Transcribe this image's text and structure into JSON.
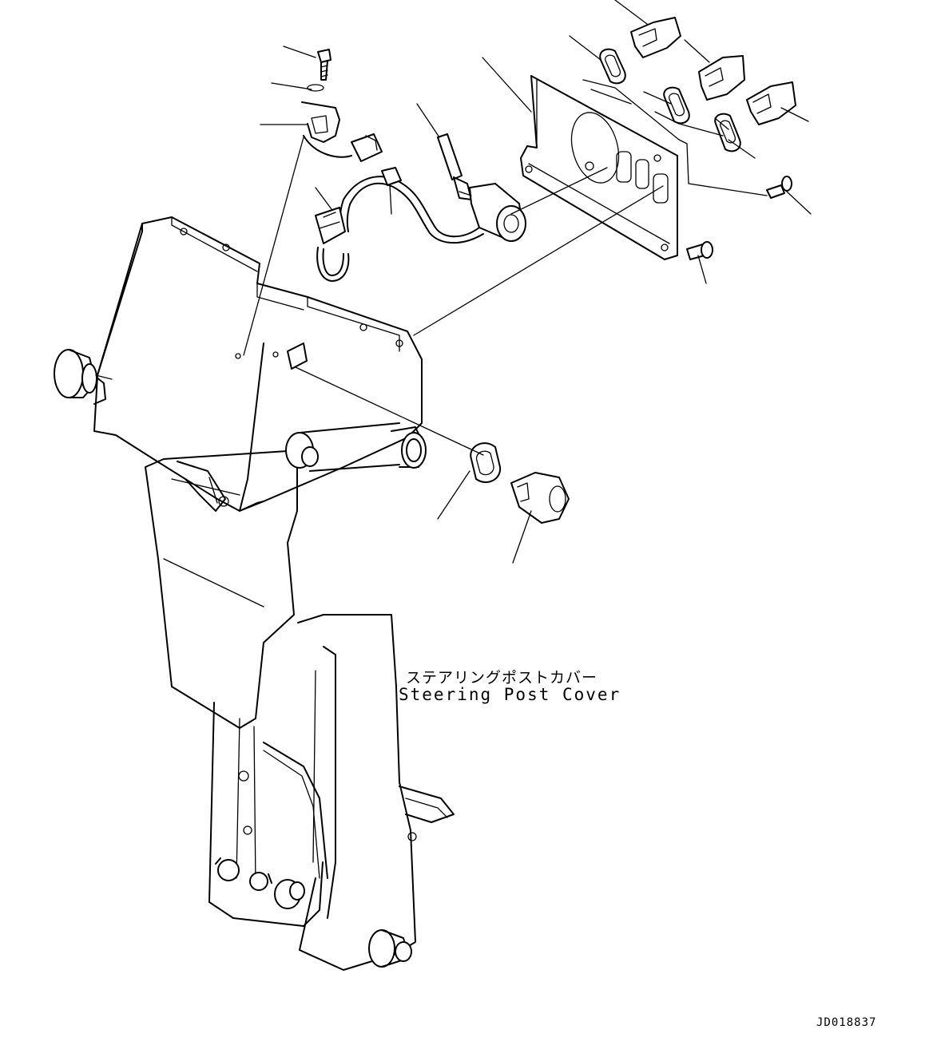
{
  "figure": {
    "caption_jp": "ステアリングポストカバー",
    "caption_en": "Steering Post Cover",
    "drawing_id": "JD018837"
  },
  "colors": {
    "ink": "#000000",
    "paper": "#ffffff"
  }
}
